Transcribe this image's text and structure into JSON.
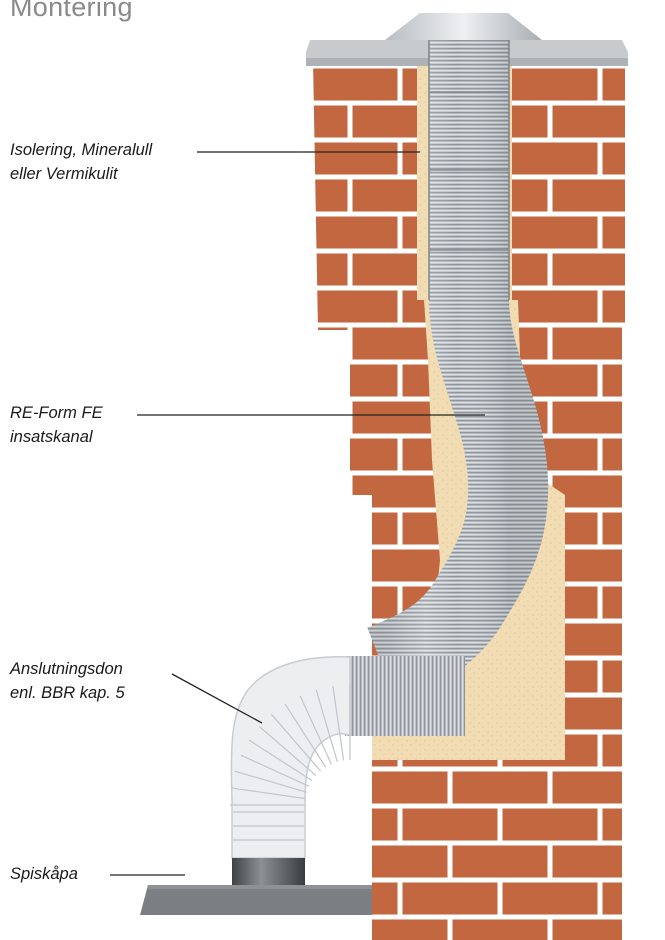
{
  "title": "Montering",
  "labels": {
    "insulation": {
      "line1": "Isolering, Mineralull",
      "line2": "eller Vermikulit"
    },
    "liner": {
      "line1": "RE-Form FE",
      "line2": "insatskanal"
    },
    "connector": {
      "line1": "Anslutningsdon",
      "line2": "enl. BBR kap. 5"
    },
    "hood": {
      "line1": "Spiskåpa"
    }
  },
  "colors": {
    "brick": "#c2673f",
    "mortar": "#ffffff",
    "insulation": "#f1dcb4",
    "liner_steel": "#b9bec3",
    "connector_white": "#eceef0",
    "cap_concrete": "#c8cbcd",
    "hood_plate": "#7b7f83"
  }
}
